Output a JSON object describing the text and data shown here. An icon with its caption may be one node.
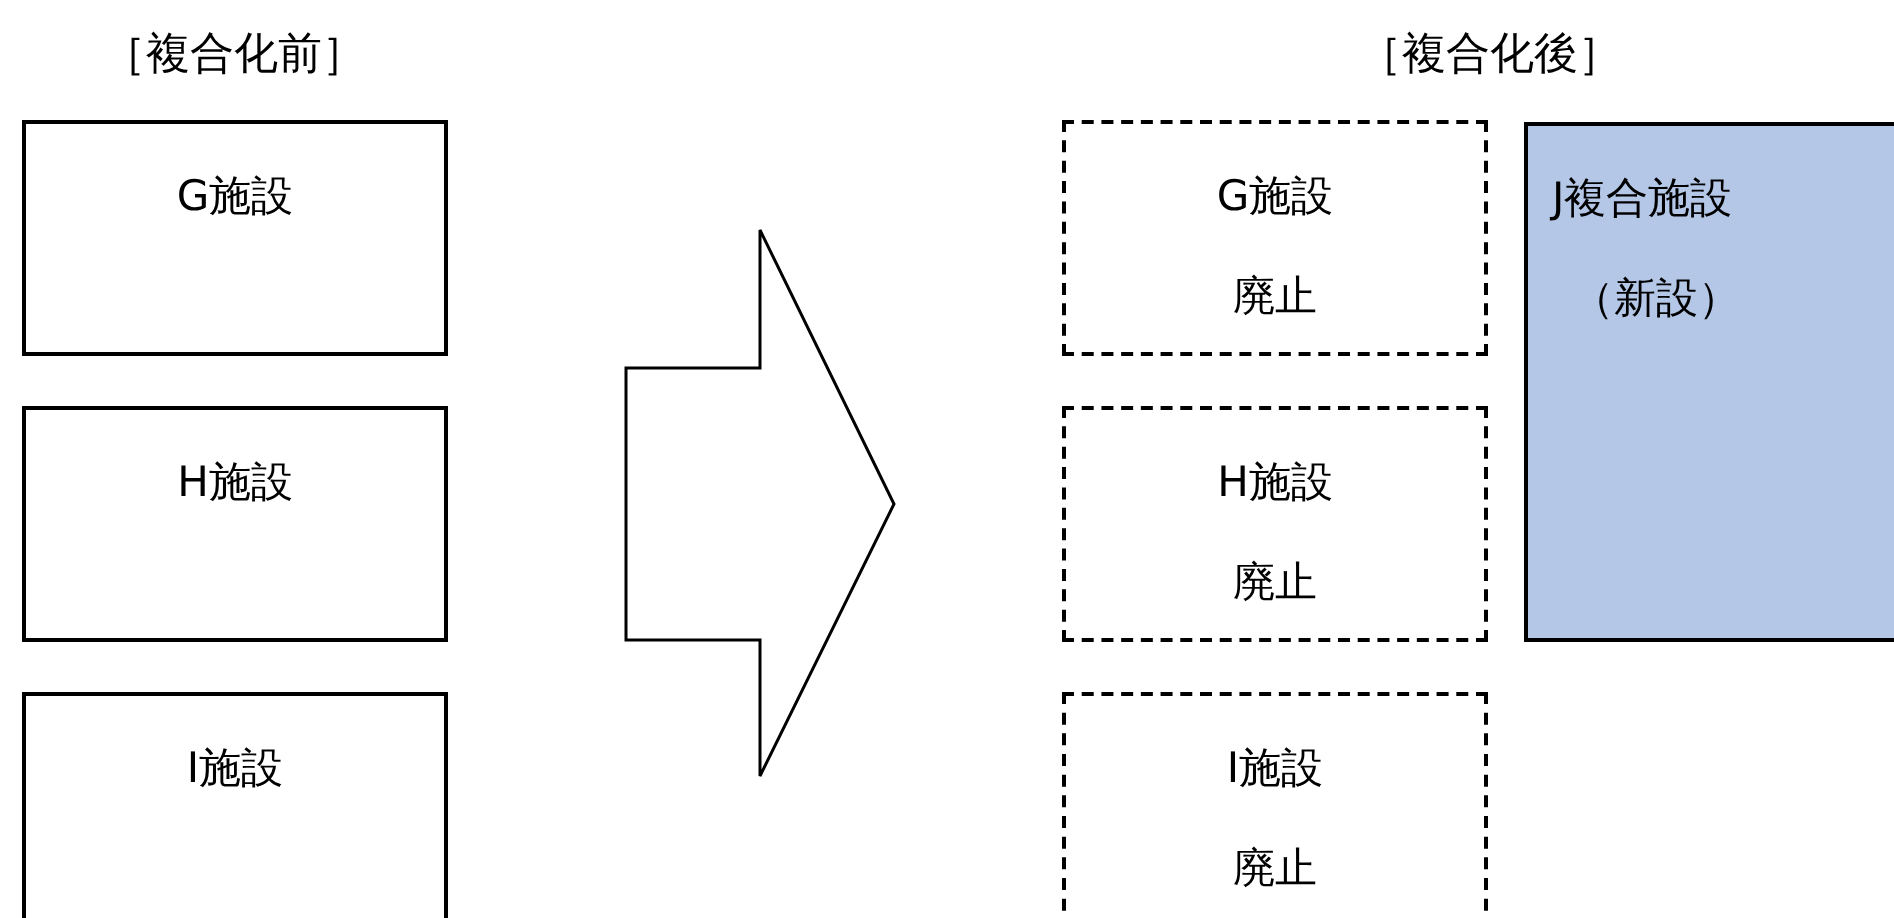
{
  "diagram": {
    "nodes": [
      {
        "text": [
          "G施設"
        ]
      },
      {
        "text": [
          "H施設"
        ]
      },
      {
        "text": [
          "I施設"
        ]
      },
      {
        "text": [
          "G施設",
          "廃止"
        ]
      },
      {
        "text": [
          "H施設",
          "廃止"
        ]
      },
      {
        "text": [
          "I施設",
          "廃止"
        ]
      },
      {
        "text": [
          "J複合施設",
          "（新設）"
        ]
      }
    ],
    "labels": [
      "［複合化前］",
      "［複合化後］"
    ]
  }
}
